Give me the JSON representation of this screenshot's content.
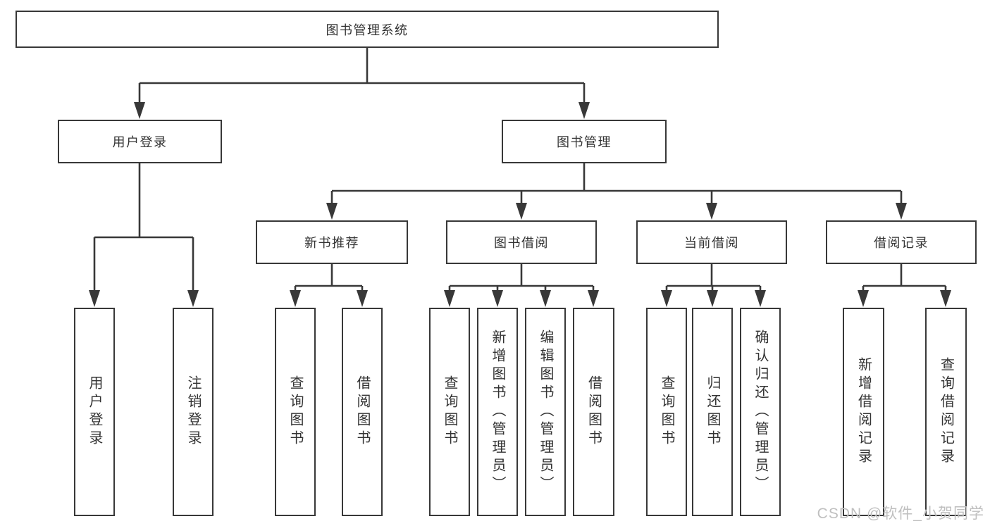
{
  "diagram": {
    "title": "图书管理系统",
    "nodes": {
      "root": "图书管理系统",
      "user_login": "用户登录",
      "book_mgmt": "图书管理",
      "new_book": "新书推荐",
      "book_borrow": "图书借阅",
      "current_borrow": "当前借阅",
      "borrow_record": "借阅记录",
      "user_login_children": [
        "用户登录",
        "注销登录"
      ],
      "new_book_children": [
        "查询图书",
        "借阅图书"
      ],
      "book_borrow_children": [
        "查询图书",
        "新增图书（管理员）",
        "编辑图书（管理员）",
        "借阅图书"
      ],
      "current_borrow_children": [
        "查询图书",
        "归还图书",
        "确认归还（管理员）"
      ],
      "borrow_record_children": [
        "新增借阅记录",
        "查询借阅记录"
      ]
    }
  },
  "watermark": {
    "text": "CSDN @软件_小贺同学"
  },
  "colors": {
    "line": "#383838",
    "text": "#333333",
    "watermark": "#bfbfbf"
  }
}
